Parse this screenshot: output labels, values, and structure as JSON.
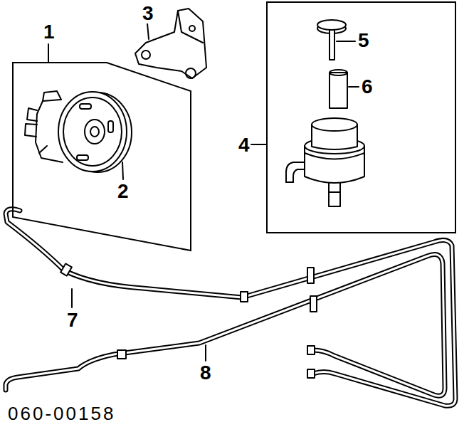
{
  "diagram": {
    "nodes": [
      {
        "text": [
          "1",
          "2"
        ]
      },
      {
        "text": [
          "4",
          "5",
          "6"
        ]
      }
    ],
    "labels": [
      "3",
      "7",
      "8",
      "060-00158"
    ]
  }
}
